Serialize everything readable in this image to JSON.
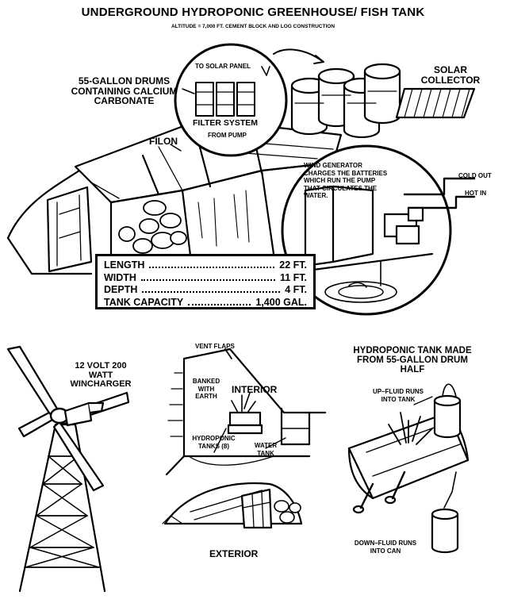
{
  "title": "UNDERGROUND HYDROPONIC GREENHOUSE/ FISH TANK",
  "subtitle": "ALTITUDE = 7,000 FT.  CEMENT BLOCK AND LOG CONSTRUCTION",
  "labels": {
    "drums": "55-GALLON DRUMS CONTAINING CALCIUM CARBONATE",
    "to_solar_panel": "TO SOLAR PANEL",
    "filter_system": "FILTER SYSTEM",
    "from_pump": "FROM PUMP",
    "solar_collector": "SOLAR COLLECTOR",
    "filon": "FILON",
    "wind_generator": "WIND GENERATOR CHARGES THE BATTERIES WHICH RUN THE PUMP THAT CIRCULATES THE WATER.",
    "cold_out": "COLD OUT",
    "hot_in": "HOT IN",
    "wincharger": "12 VOLT 200 WATT WINCHARGER",
    "vent_flaps": "VENT FLAPS",
    "banked_with_earth": "BANKED WITH EARTH",
    "interior": "INTERIOR",
    "hydroponic_tanks": "HYDROPONIC TANKS (8)",
    "water_tank": "WATER TANK",
    "exterior": "EXTERIOR",
    "hydroponic_tank_title": "HYDROPONIC TANK MADE FROM 55-GALLON DRUM HALF",
    "up_fluid": "UP–FLUID RUNS INTO TANK",
    "down_fluid": "DOWN–FLUID RUNS INTO CAN"
  },
  "specs": [
    {
      "label": "LENGTH",
      "value": "22 ft."
    },
    {
      "label": "WIDTH",
      "value": "11 ft."
    },
    {
      "label": "DEPTH",
      "value": "4 ft."
    },
    {
      "label": "TANK CAPACITY",
      "value": "1,400 gal."
    }
  ]
}
